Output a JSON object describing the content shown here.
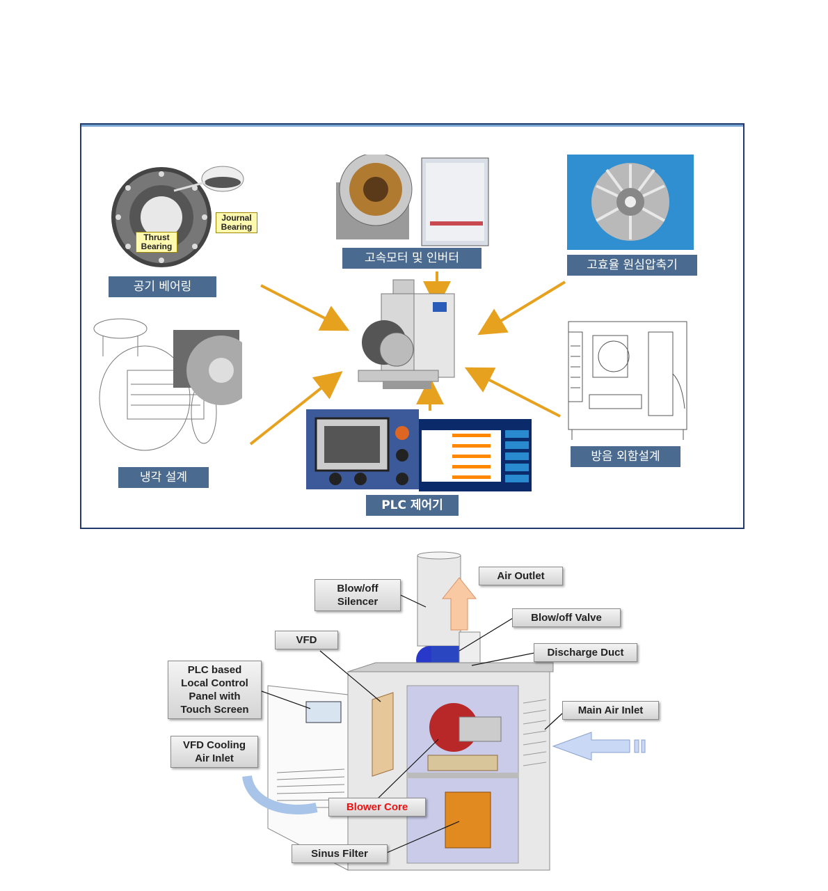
{
  "top_diagram": {
    "labels": {
      "air_bearing": "공기 베어링",
      "motor_inverter": "고속모터 및 인버터",
      "compressor": "고효율 원심압축기",
      "cooling_design": "냉각 설계",
      "plc_controller": "PLC 제어기",
      "soundproof_enclosure": "방음 외함설계"
    },
    "bearing_tags": {
      "thrust": "Thrust Bearing",
      "journal": "Journal Bearing"
    },
    "arrow_color": "#e6a21f",
    "label_color": "#4a6a8f"
  },
  "bottom_diagram": {
    "callouts": {
      "blowoff_silencer": [
        "Blow/off",
        "Silencer"
      ],
      "air_outlet": "Air Outlet",
      "blowoff_valve": "Blow/off  Valve",
      "vfd": "VFD",
      "discharge_duct": "Discharge Duct",
      "plc_panel": [
        "PLC based",
        "Local Control",
        "Panel with",
        "Touch Screen"
      ],
      "main_air_inlet": "Main Air Inlet",
      "vfd_cooling": [
        "VFD Cooling",
        "Air Inlet"
      ],
      "blower_core": "Blower Core",
      "sinus_filter": "Sinus Filter"
    },
    "highlight_color": "#e11111"
  }
}
